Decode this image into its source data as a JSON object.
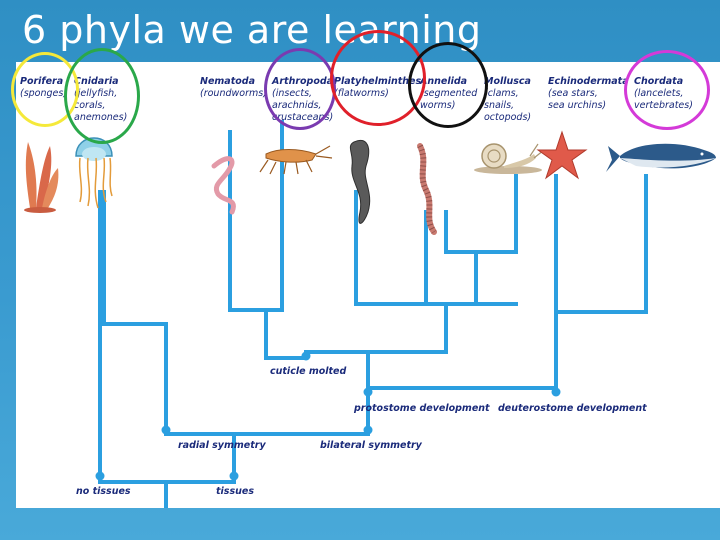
{
  "slide": {
    "title": "6 phyla we are learning"
  },
  "taxa": [
    {
      "name": "Porifera",
      "desc": "(sponges)"
    },
    {
      "name": "Cnidaria",
      "desc": "(jellyfish,\ncorals,\nanemones)"
    },
    {
      "name": "Nematoda",
      "desc": "(roundworms)"
    },
    {
      "name": "Arthropoda",
      "desc": "(insects,\narachnids,\ncrustaceans)"
    },
    {
      "name": "Platyhelminthes",
      "desc": "(flatworms)"
    },
    {
      "name": "Annelida",
      "desc": "(segmented\nworms)"
    },
    {
      "name": "Mollusca",
      "desc": "(clams,\nsnails,\noctopods)"
    },
    {
      "name": "Echinodermata",
      "desc": "(sea stars,\nsea urchins)"
    },
    {
      "name": "Chordata",
      "desc": "(lancelets,\nvertebrates)"
    }
  ],
  "nodes": {
    "no_tissues": "no tissues",
    "tissues": "tissues",
    "radial_symmetry": "radial symmetry",
    "bilateral_symmetry": "bilateral symmetry",
    "protostome_development": "protostome development",
    "deuterostome_development": "deuterostome development",
    "cuticle_molted": "cuticle molted"
  },
  "highlight_colors": {
    "porifera": "#f5e93a",
    "cnidaria": "#2aa84a",
    "arthropoda": "#7a3bb0",
    "platyhelminthes": "#e0202a",
    "annelida": "#111111",
    "chordata": "#d43ad8"
  },
  "tree_color": "#2b9fe0"
}
